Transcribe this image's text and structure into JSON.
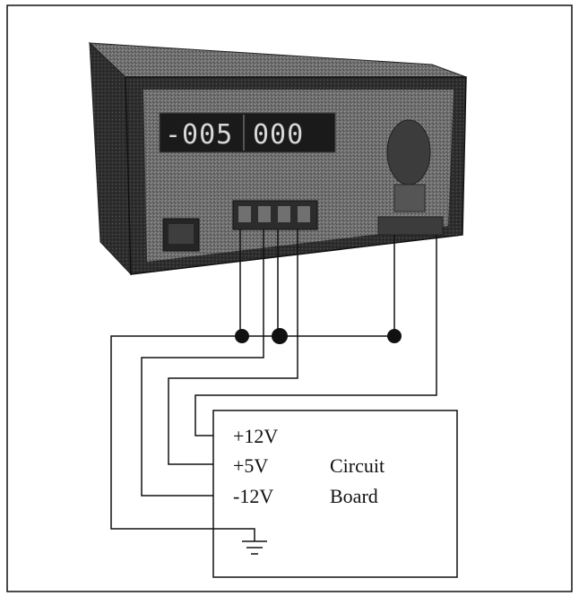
{
  "power_supply": {
    "display_left": "-005",
    "display_right": "000"
  },
  "circuit_board": {
    "rail_plus12": "+12V",
    "rail_plus5": "+5V",
    "rail_minus12": "-12V",
    "title_line1": "Circuit",
    "title_line2": "Board"
  },
  "colors": {
    "line": "#111111",
    "device_body": "#3a3a3a",
    "front_panel": "#7a7a7a",
    "display_window": "#1a1a1a"
  },
  "icons": {
    "ground": "ground-icon",
    "junction": "junction-dot"
  }
}
